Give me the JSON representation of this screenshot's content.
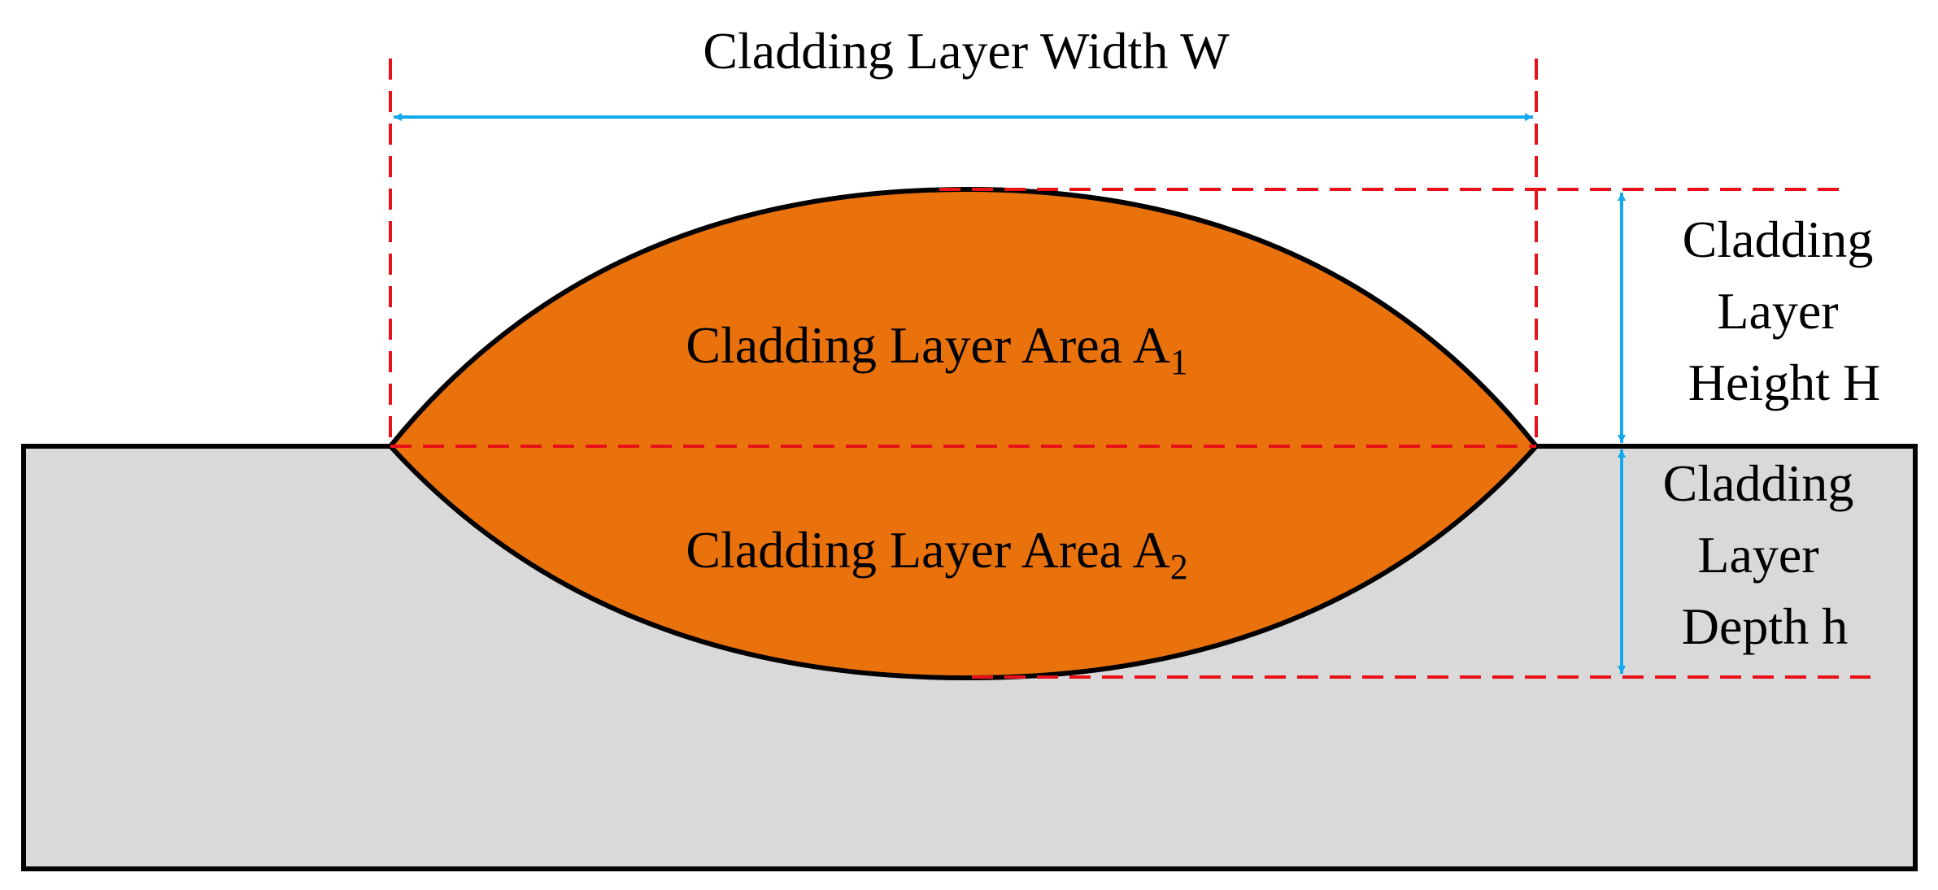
{
  "labels": {
    "width": "Cladding Layer Width W",
    "area1_main": "Cladding Layer Area A",
    "area1_sub": "1",
    "area2_main": "Cladding Layer Area A",
    "area2_sub": "2",
    "height": [
      "Cladding",
      "Layer",
      "Height H"
    ],
    "depth": [
      "Cladding",
      "Layer",
      "Depth h"
    ]
  },
  "colors": {
    "substrate": "#d9d9d9",
    "cladding": "#ea720d",
    "guide_lines": "#e8111a",
    "dimension_arrows": "#14a9ec",
    "outline": "#000000"
  }
}
